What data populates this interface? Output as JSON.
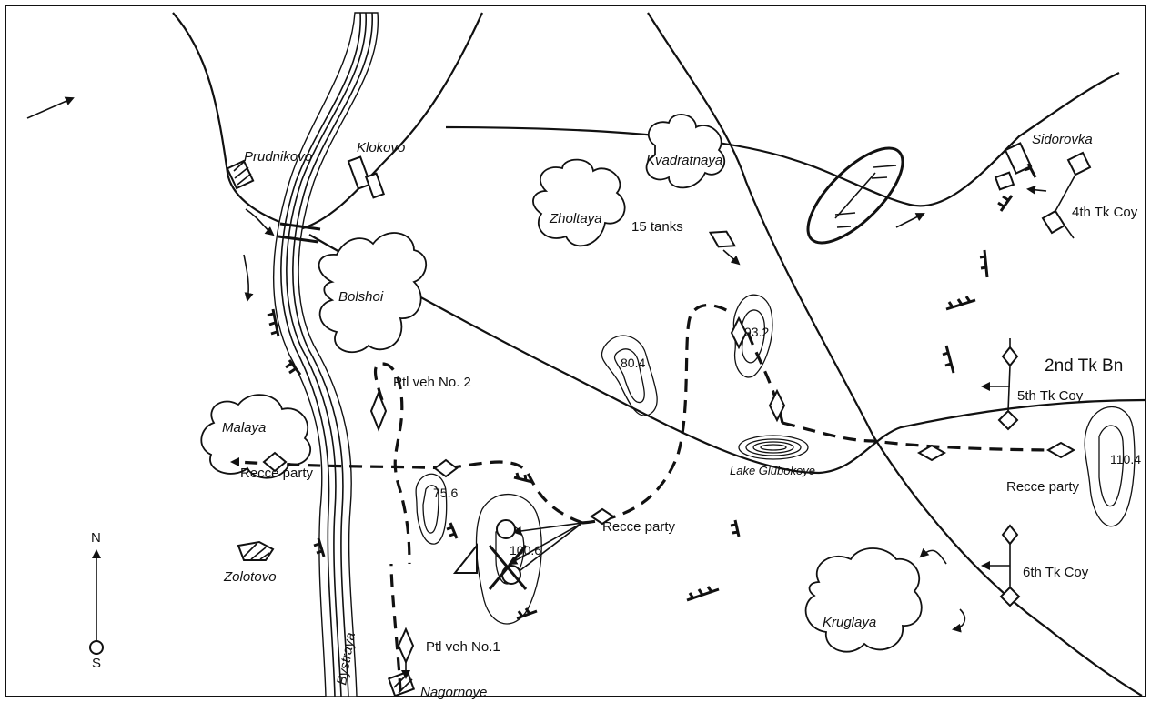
{
  "villages": {
    "prudnikovo": "Prudnikovo",
    "klokovo": "Klokovo",
    "sidorovka": "Sidorovka",
    "zolotovo": "Zolotovo",
    "nagornoye": "Nagornoye"
  },
  "woods": {
    "kvadratnaya": "Kvadratnaya",
    "zholtaya": "Zholtaya",
    "bolshoi": "Bolshoi",
    "malaya": "Malaya",
    "kruglaya": "Kruglaya"
  },
  "water": {
    "river": "Bystraya",
    "lake": "Lake Glubokoye"
  },
  "elevations": {
    "h80": "80.4",
    "h93": "93.2",
    "h75": "75.6",
    "h100": "100.6",
    "h110": "110.4"
  },
  "units": {
    "battalion": "2nd Tk Bn",
    "coy4": "4th Tk Coy",
    "coy5": "5th Tk Coy",
    "coy6": "6th Tk Coy",
    "tanks": "15 tanks",
    "ptl2": "Ptl veh No. 2",
    "ptl1": "Ptl veh No.1",
    "recce_west": "Recce party",
    "recce_centre": "Recce party",
    "recce_east": "Recce party"
  },
  "compass": {
    "north": "N",
    "south": "S"
  }
}
